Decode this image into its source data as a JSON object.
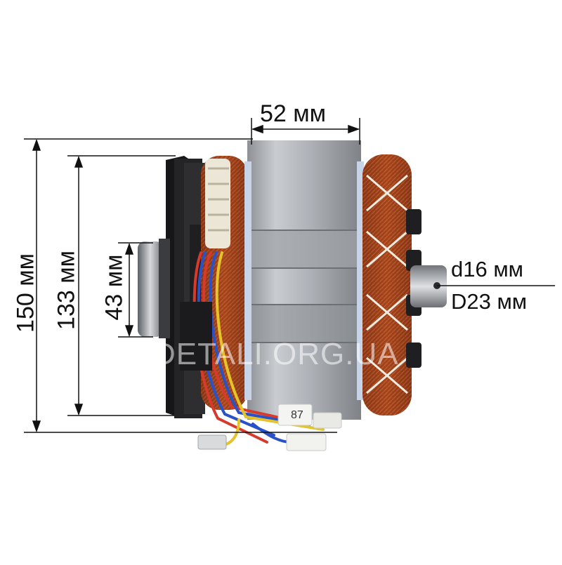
{
  "dimensions": {
    "overall_height": "150 мм",
    "flange_height": "133 мм",
    "bearing_height": "43 мм",
    "stator_width": "52 мм",
    "shaft_inner": "d16 мм",
    "shaft_outer": "D23 мм"
  },
  "part_marking": "87",
  "watermark": "DETALI.ORG.UA",
  "colors": {
    "copper": "#a8431d",
    "steel": "#b9bcc0",
    "plastic": "#1c1c1e",
    "binding": "#efe9dc"
  }
}
